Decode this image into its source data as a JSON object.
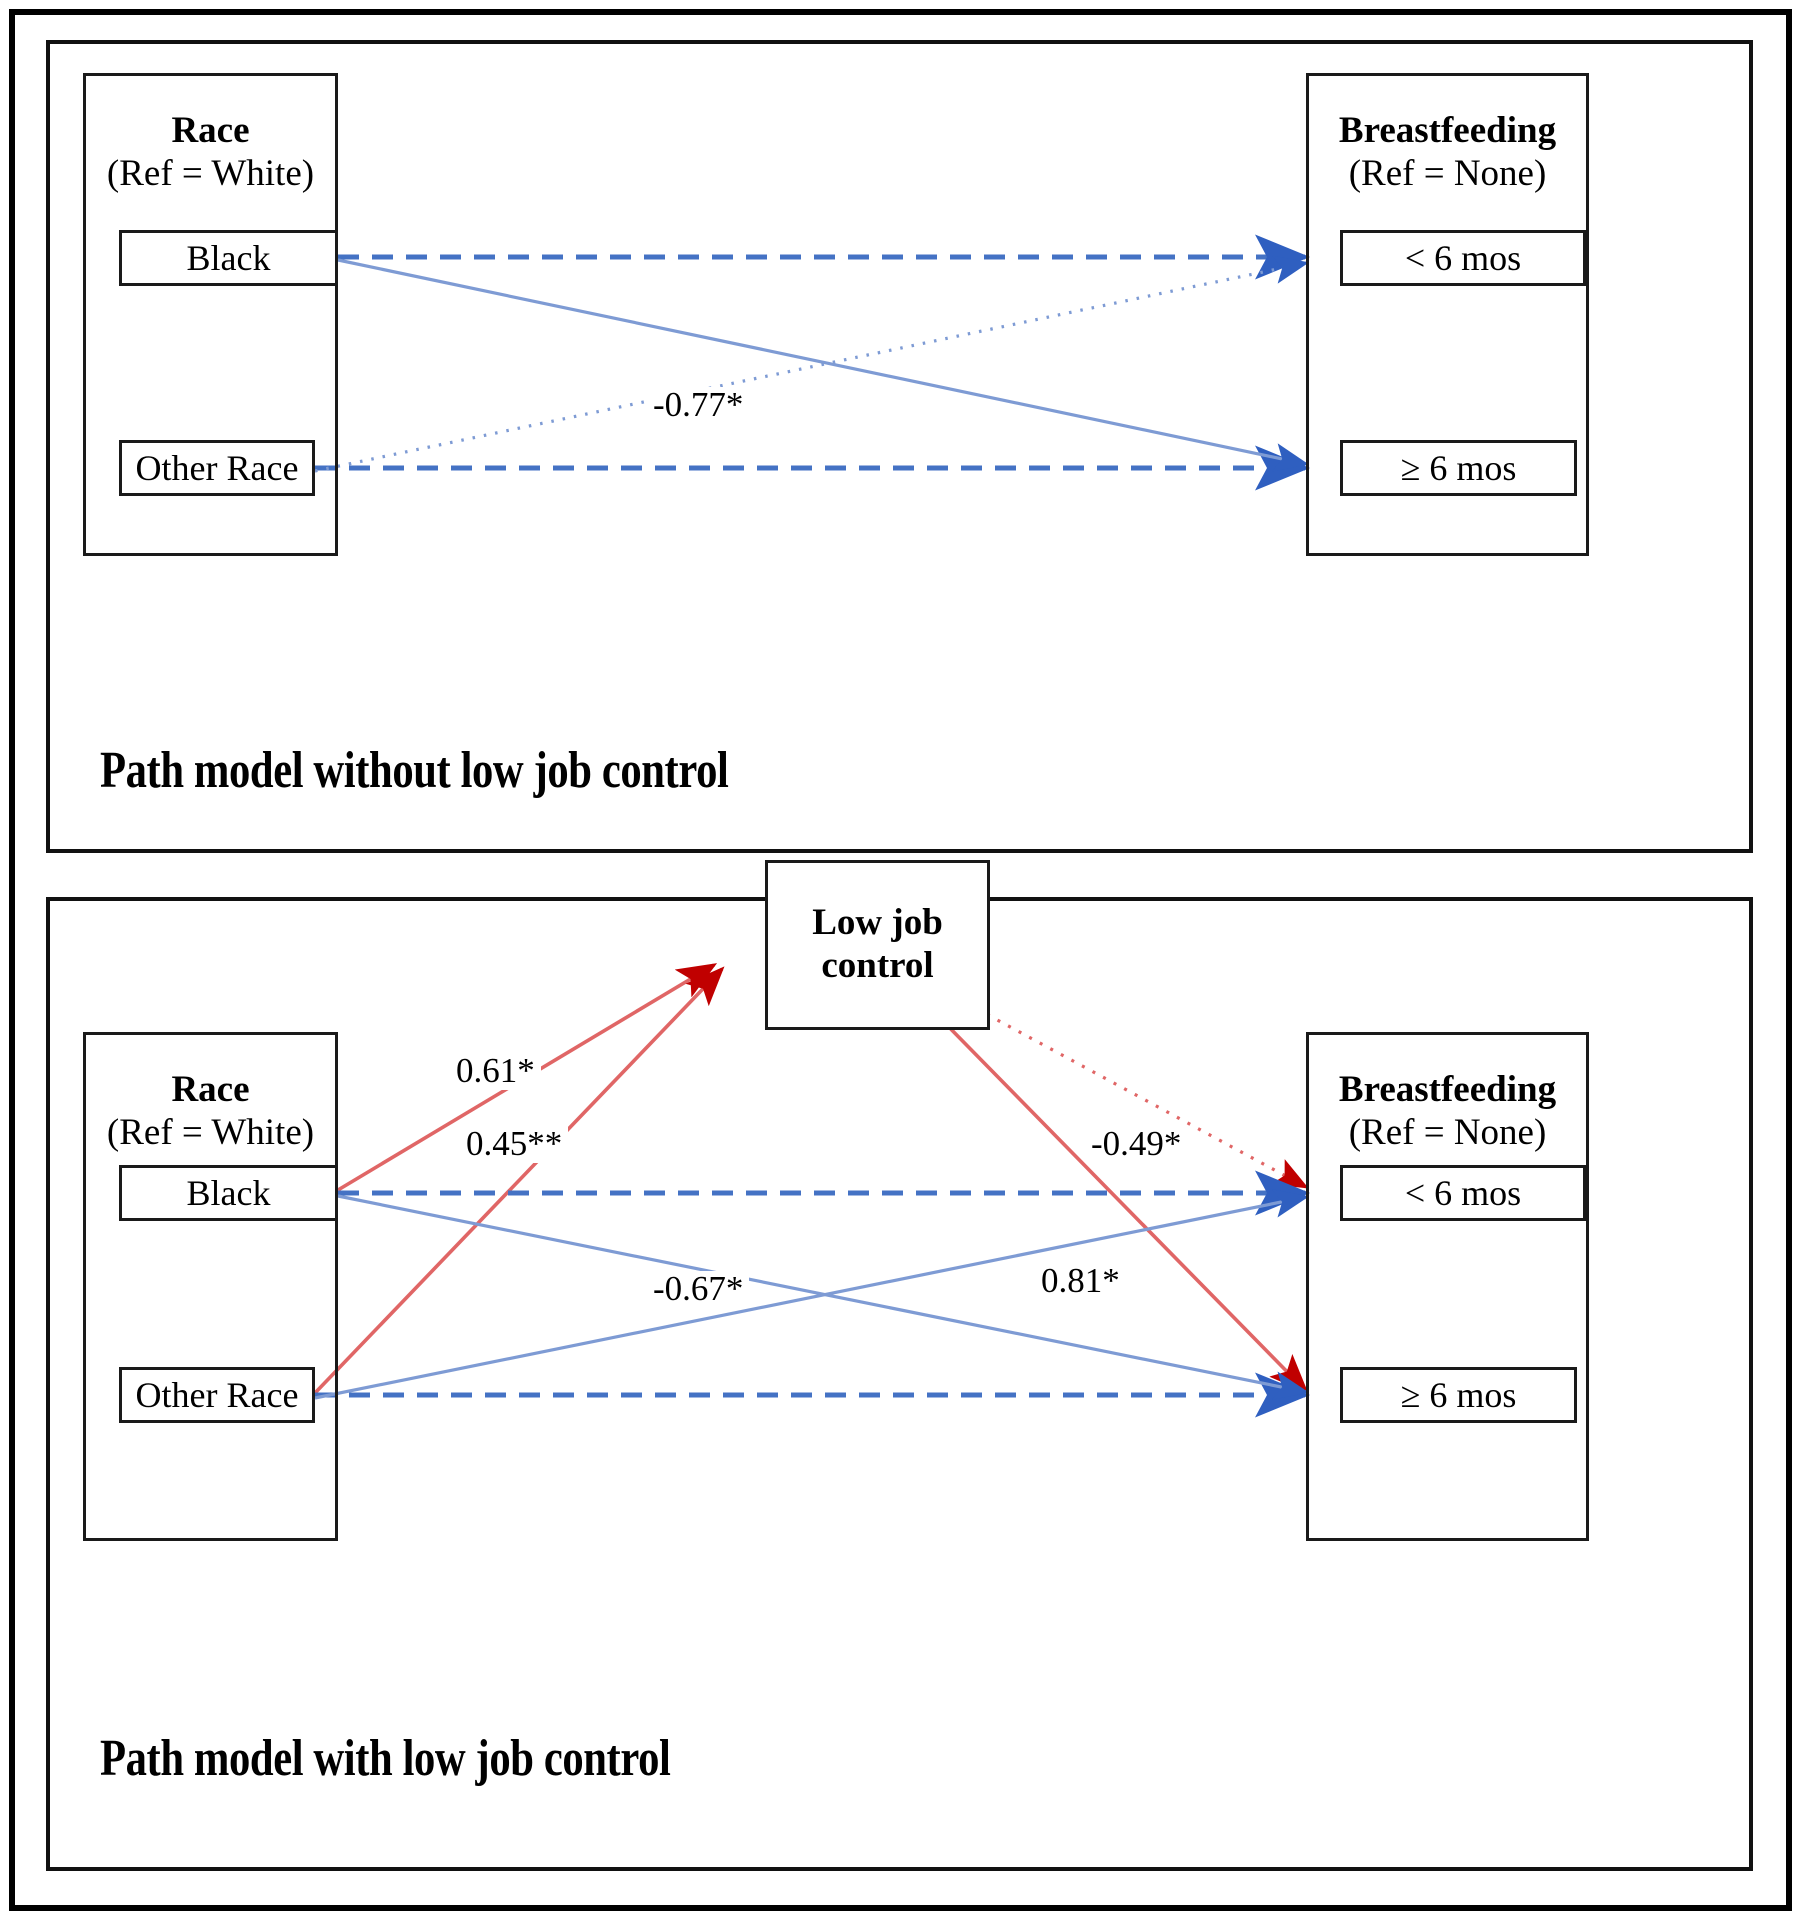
{
  "figure": {
    "type": "path-diagram",
    "panels": [
      {
        "id": "without-job-control",
        "caption": "Path model without low job control",
        "predictor_group": {
          "title_bold": "Race",
          "title_ref": "(Ref = White)",
          "nodes": [
            "Black",
            "Other Race"
          ]
        },
        "outcome_group": {
          "title_bold": "Breastfeeding",
          "title_ref": "(Ref = None)",
          "nodes": [
            "< 6 mos",
            "≥ 6 mos"
          ]
        },
        "coefficients": [
          "-0.77*"
        ],
        "paths": [
          {
            "from": "Black",
            "to": "< 6 mos",
            "color": "blue",
            "style": "dashed",
            "label": ""
          },
          {
            "from": "Black",
            "to": "≥ 6 mos",
            "color": "blue",
            "style": "solid",
            "label": "-0.77*"
          },
          {
            "from": "Other Race",
            "to": "< 6 mos",
            "color": "blue",
            "style": "dotted",
            "label": ""
          },
          {
            "from": "Other Race",
            "to": "≥ 6 mos",
            "color": "blue",
            "style": "dashed",
            "label": ""
          }
        ]
      },
      {
        "id": "with-job-control",
        "caption": "Path model with low job control",
        "predictor_group": {
          "title_bold": "Race",
          "title_ref": "(Ref = White)",
          "nodes": [
            "Black",
            "Other Race"
          ]
        },
        "mediator": {
          "line1": "Low job",
          "line2": "control"
        },
        "outcome_group": {
          "title_bold": "Breastfeeding",
          "title_ref": "(Ref = None)",
          "nodes": [
            "< 6 mos",
            "≥ 6 mos"
          ]
        },
        "coefficients": [
          "0.61*",
          "0.45**",
          "-0.49*",
          "-0.67*",
          "0.81*"
        ],
        "paths": [
          {
            "from": "Black",
            "to": "Low job control",
            "color": "red",
            "style": "solid",
            "label": "0.61*"
          },
          {
            "from": "Other Race",
            "to": "Low job control",
            "color": "red",
            "style": "solid",
            "label": "0.45**"
          },
          {
            "from": "Low job control",
            "to": "< 6 mos",
            "color": "red",
            "style": "dotted",
            "label": ""
          },
          {
            "from": "Low job control",
            "to": "≥ 6 mos",
            "color": "red",
            "style": "solid",
            "label": "-0.49*"
          },
          {
            "from": "Black",
            "to": "< 6 mos",
            "color": "blue",
            "style": "dashed",
            "label": ""
          },
          {
            "from": "Black",
            "to": "≥ 6 mos",
            "color": "blue",
            "style": "solid",
            "label": "-0.67*"
          },
          {
            "from": "Other Race",
            "to": "< 6 mos",
            "color": "blue",
            "style": "solid",
            "label": "0.81*"
          },
          {
            "from": "Other Race",
            "to": "≥ 6 mos",
            "color": "blue",
            "style": "dashed",
            "label": ""
          }
        ]
      }
    ]
  },
  "colors": {
    "blue_line": "#7e9bd4",
    "blue_dash": "#4472c4",
    "blue_arrow": "#2f5fc0",
    "red_line": "#e06666",
    "red_arrow": "#c00000",
    "box_border": "#1a1a1a",
    "frame": "#000000",
    "background": "#ffffff"
  },
  "top": {
    "caption": "Path model without low job control",
    "race_title_bold": "Race",
    "race_title_ref": "(Ref = White)",
    "node_black": "Black",
    "node_other": "Other Race",
    "bf_title_bold": "Breastfeeding",
    "bf_title_ref": "(Ref = None)",
    "node_lt6": "< 6 mos",
    "node_ge6": "≥ 6 mos",
    "coef_black_ge6": "-0.77*"
  },
  "bottom": {
    "caption": "Path model with low job control",
    "race_title_bold": "Race",
    "race_title_ref": "(Ref = White)",
    "node_black": "Black",
    "node_other": "Other Race",
    "mediator_line1": "Low job",
    "mediator_line2": "control",
    "bf_title_bold": "Breastfeeding",
    "bf_title_ref": "(Ref = None)",
    "node_lt6": "< 6 mos",
    "node_ge6": "≥ 6 mos",
    "coef_black_med": "0.61*",
    "coef_other_med": "0.45**",
    "coef_med_ge6": "-0.49*",
    "coef_black_ge6": "-0.67*",
    "coef_other_lt6": "0.81*"
  }
}
